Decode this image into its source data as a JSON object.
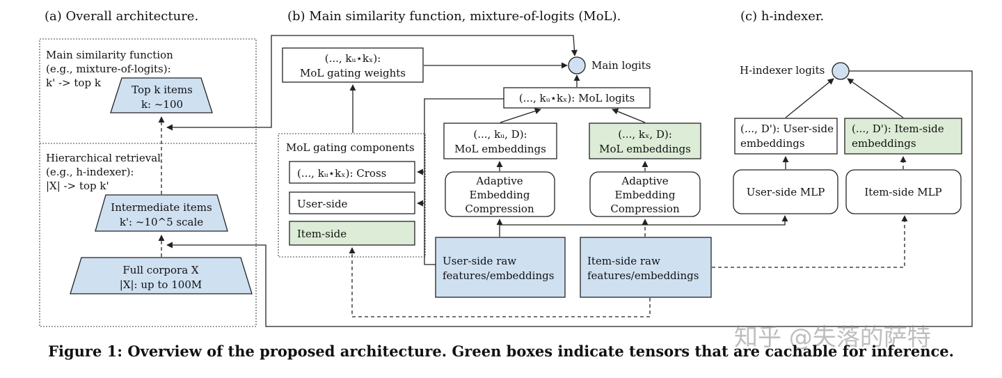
{
  "sections": {
    "a_title": "(a) Overall architecture.",
    "b_title": "(b) Main similarity function, mixture-of-logits (MoL).",
    "c_title": "(c) h-indexer."
  },
  "panel_a": {
    "main_sim_line1": "Main similarity function",
    "main_sim_line2": "(e.g., mixture-of-logits):",
    "main_sim_line3": "k' -> top k",
    "topk_line1": "Top k items",
    "topk_line2": "k: ~100",
    "hier_line1": "Hierarchical retrieval",
    "hier_line2": "(e.g., h-indexer):",
    "hier_line3": "|X| -> top k'",
    "inter_line1": "Intermediate items",
    "inter_line2": "k': ~10^5 scale",
    "corpora_line1": "Full corpora X",
    "corpora_line2": "|X|: up to 100M"
  },
  "panel_b": {
    "gating_weights_line1": "(..., kᵤ⋆kₓ):",
    "gating_weights_line2": "MoL gating weights",
    "main_logits": "Main logits",
    "mol_logits": "(..., kᵤ⋆kₓ): MoL logits",
    "user_emb_line1": "(..., kᵤ, D):",
    "user_emb_line2": "MoL embeddings",
    "item_emb_line1": "(..., kₓ, D):",
    "item_emb_line2": "MoL embeddings",
    "gating_components": "MoL gating components",
    "cross": "(..., kᵤ⋆kₓ): Cross",
    "user_side": "User-side",
    "item_side": "Item-side",
    "aec_line1": "Adaptive",
    "aec_line2": "Embedding",
    "aec_line3": "Compression",
    "user_raw_line1": "User-side raw",
    "user_raw_line2": "features/embeddings",
    "item_raw_line1": "Item-side raw",
    "item_raw_line2": "features/embeddings"
  },
  "panel_c": {
    "h_logits": "H-indexer logits",
    "user_emb_line1": "(..., D'): User-side",
    "user_emb_line2": "embeddings",
    "item_emb_line1": "(..., D'): Item-side",
    "item_emb_line2": "embeddings",
    "user_mlp": "User-side MLP",
    "item_mlp": "Item-side MLP"
  },
  "caption": "Figure 1: Overview of the proposed architecture. Green boxes indicate tensors that are cachable for inference.",
  "watermark": "知乎 @失落的萨特",
  "colors": {
    "blue": "#cfe0f1",
    "green": "#ddecd6",
    "stroke": "#222222"
  }
}
